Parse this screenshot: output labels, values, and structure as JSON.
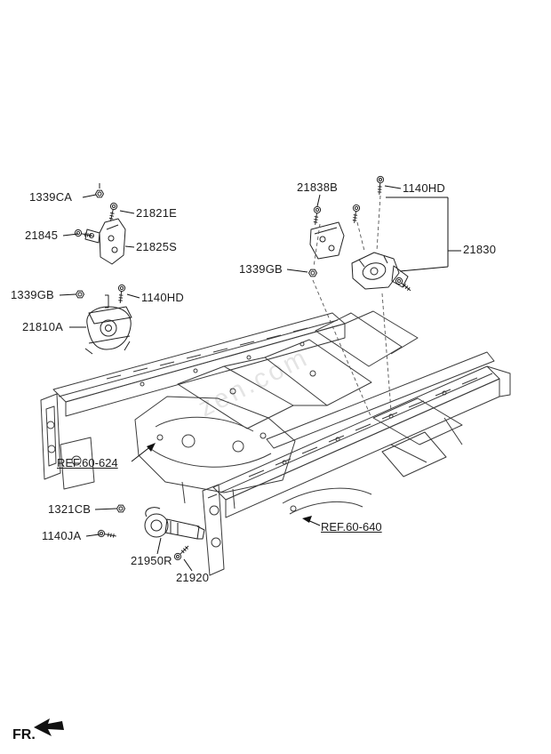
{
  "watermark": {
    "text": "zen.com"
  },
  "fr": {
    "label": "FR."
  },
  "labels": {
    "l1339ca": "1339CA",
    "l21821e": "21821E",
    "l21845": "21845",
    "l21825s": "21825S",
    "l1339gb_left": "1339GB",
    "l1140hd_left": "1140HD",
    "l21810a": "21810A",
    "l21838b": "21838B",
    "l1140hd_top": "1140HD",
    "l21830": "21830",
    "l1339gb_mid": "1339GB",
    "ref_60_624": "REF.60-624",
    "l1321cb": "1321CB",
    "l1140ja": "1140JA",
    "l21950r": "21950R",
    "l21920": "21920",
    "ref_60_640": "REF.60-640"
  }
}
